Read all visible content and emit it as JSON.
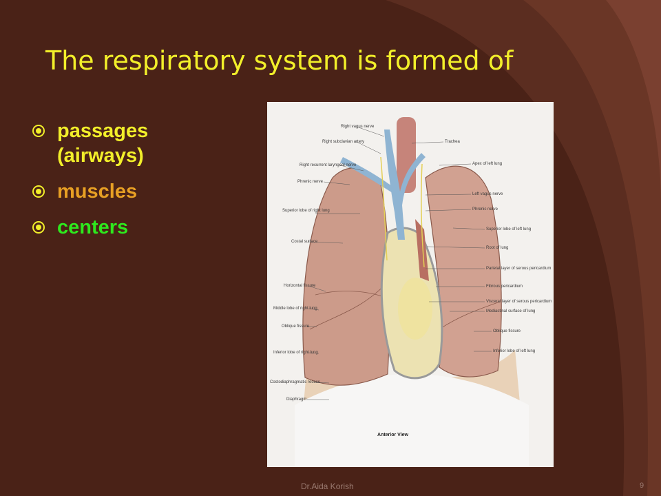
{
  "slide": {
    "title": "The respiratory system is formed of",
    "bullets": [
      {
        "line1": "passages",
        "line2": "(airways)",
        "color": "#f2ef2a"
      },
      {
        "line1": "muscles",
        "color": "#e8a024"
      },
      {
        "line1": "centers",
        "color": "#2ee81e"
      }
    ],
    "footer": "Dr.Aida Korish",
    "page_number": "9"
  },
  "figure": {
    "view_label": "Anterior View",
    "left_labels": [
      "Right vagus nerve",
      "Right subclavian artery",
      "Right recurrent laryngeal nerve",
      "Phrenic nerve",
      "Superior lobe of right lung",
      "Costal surface",
      "Horizontal fissure",
      "Middle lobe of right lung",
      "Oblique fissure",
      "Inferior lobe of right lung",
      "Costodiaphragmatic recess",
      "Diaphragm"
    ],
    "right_labels": [
      "Trachea",
      "Apex of left lung",
      "Left vagus nerve",
      "Phrenic nerve",
      "Superior lobe of left lung",
      "Root of lung",
      "Parietal layer of serous pericardium",
      "Fibrous pericardium",
      "Visceral layer of serous pericardium",
      "Mediastinal surface of lung",
      "Oblique fissure",
      "Inferior lobe of left lung"
    ]
  },
  "colors": {
    "background": "#4a2217",
    "swoosh": "#5a2c1f",
    "title": "#f2ef2a"
  }
}
